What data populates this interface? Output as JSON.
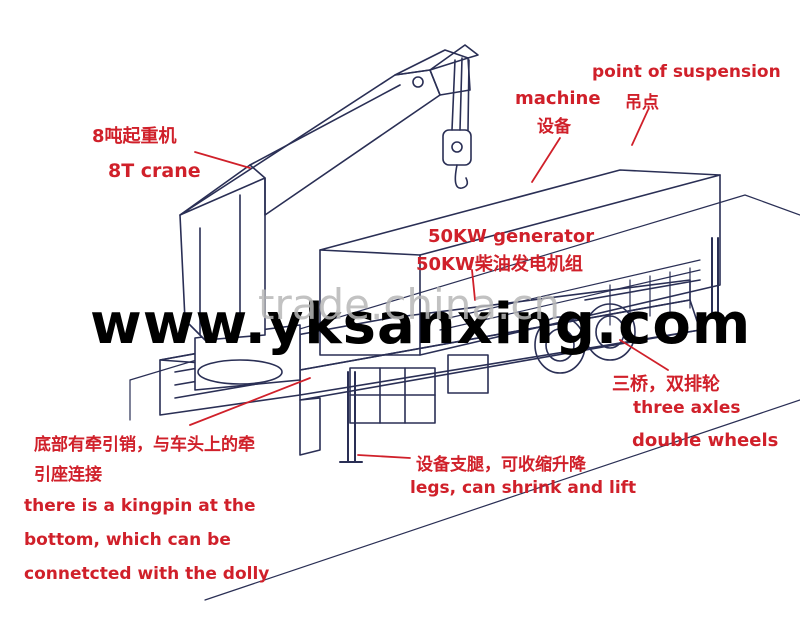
{
  "diagram": {
    "labels": {
      "crane_cn": "8吨起重机",
      "crane_en": "8T crane",
      "machine_en": "machine",
      "machine_cn": "设备",
      "suspension_en": "point of suspension",
      "suspension_cn": "吊点",
      "generator_en": "50KW generator",
      "generator_cn": "50KW柴油发电机组",
      "axles_cn": "三桥，双排轮",
      "axles_en": "three axles",
      "wheels_en": "double wheels",
      "legs_cn": "设备支腿，可收缩升降",
      "legs_en": "legs, can shrink and lift",
      "kingpin_cn_1": "底部有牵引销，与车头上的牵",
      "kingpin_cn_2": "引座连接",
      "kingpin_en_1": "there is a kingpin at the",
      "kingpin_en_2": "bottom, which can be",
      "kingpin_en_3": "connetcted with the dolly"
    },
    "watermarks": {
      "site_url": "www.yksanxing.com",
      "trade_mark": "trade.china.cn"
    },
    "colors": {
      "label_red": "#d0202a",
      "sketch_line": "#2a2f55",
      "watermark_black": "#000000",
      "watermark_grey": "#b8b8b8"
    }
  }
}
